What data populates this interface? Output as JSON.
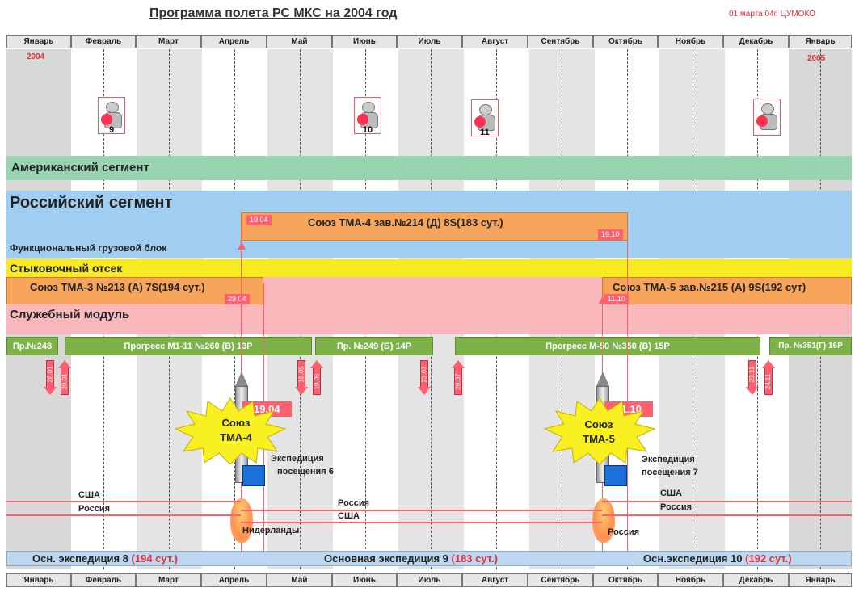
{
  "title": "Программа полета РС МКС на 2004 год",
  "stamp": "01 марта 04г. ЦУМОКО",
  "months": [
    "Январь",
    "Февраль",
    "Март",
    "Апрель",
    "Май",
    "Июнь",
    "Июль",
    "Август",
    "Сентябрь",
    "Октябрь",
    "Ноябрь",
    "Декабрь",
    "Январь"
  ],
  "year_start": "2004",
  "year_end": "2005",
  "crews": [
    {
      "num": "9"
    },
    {
      "num": "10"
    },
    {
      "num": "11"
    },
    {
      "num": ""
    }
  ],
  "segments": {
    "american": "Американский сегмент",
    "russian": "Российский сегмент",
    "fgb": "Функциональный грузовой блок",
    "docking": "Стыковочный отсек",
    "service": "Служебный модуль"
  },
  "soyuz_tma4_bar": {
    "label": "Союз ТМА-4  зав.№214 (Д)  8S(183 сут.)",
    "start": "19.04",
    "end": "19.10"
  },
  "soyuz_tma3_bar": {
    "label": "Союз ТМА-3  №213 (А)  7S(194 сут.)",
    "end": "29.04"
  },
  "soyuz_tma5_bar": {
    "label": "Союз ТМА-5  зав.№215 (А)  9S(192 сут)",
    "start": "11.10"
  },
  "progress": [
    {
      "label": "Пр.№248"
    },
    {
      "label": "Прогресс М1-11  №260 (В) 13Р"
    },
    {
      "label": "Пр. №249 (Б) 14Р"
    },
    {
      "label": "Прогресс М-50  №350 (В) 15Р"
    },
    {
      "label": "Пр. №351(Г) 16Р"
    }
  ],
  "progress_dates": [
    "28.01",
    "29.01",
    "18.05",
    "19.05",
    "23.07",
    "28.07",
    "23.11",
    "24.11"
  ],
  "launches": [
    {
      "ship": "Союз",
      "model": "ТМА-4",
      "date": "19.04",
      "visit_line1": "Экспедиция",
      "visit_line2": "посещения 6"
    },
    {
      "ship": "Союз",
      "model": "ТМА-5",
      "date": "11.10",
      "visit_line1": "Экспедиция",
      "visit_line2": "посещения 7"
    }
  ],
  "countries": {
    "a_usa": "США",
    "a_russia": "Россия",
    "b_russia": "Россия",
    "b_usa": "США",
    "netherlands": "Нидерланды",
    "c_usa": "США",
    "c_russia": "Россия",
    "d_russia": "Россия"
  },
  "expeditions": [
    {
      "label": "Осн. экспедиция 8",
      "days": "(194 сут.)"
    },
    {
      "label": "Основная экспедиция 9",
      "days": "(183 сут.)"
    },
    {
      "label": "Осн.экспедиция 10",
      "days": "(192 сут.)"
    }
  ],
  "colors": {
    "american": "#98d4b0",
    "russian": "#a0cef0",
    "docking": "#f8ea20",
    "service": "#f8b8bc",
    "orange": "#f6a55a",
    "progress": "#7eb148",
    "accent": "#ff6070",
    "expedition": "#bcd8f0"
  }
}
